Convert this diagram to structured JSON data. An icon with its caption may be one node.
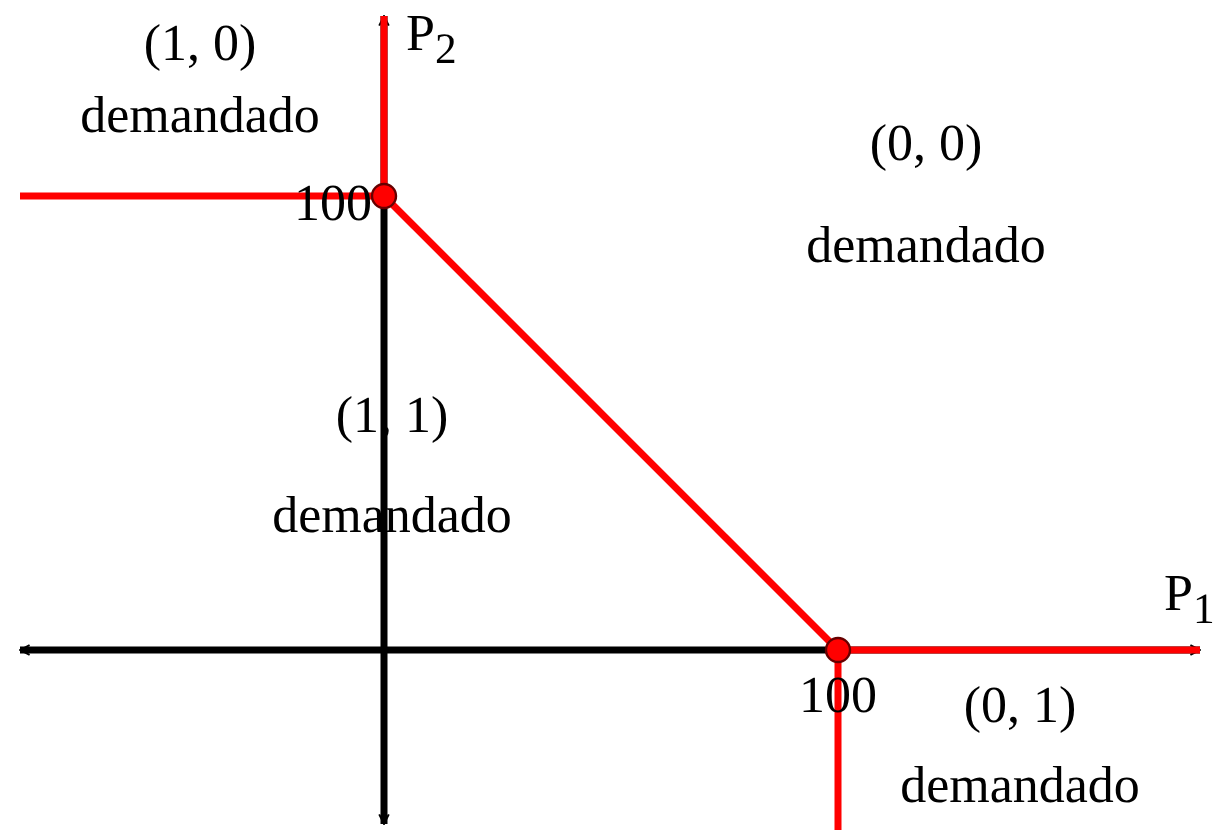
{
  "diagram": {
    "labels": [
      "(1, 0)",
      "demandado",
      "P$_{2}$",
      "(0, 0)",
      "demandado",
      "100",
      "(1, 1)",
      "demandado",
      "P$_{1}$",
      "100",
      "(0, 1)",
      "demandado"
    ]
  }
}
